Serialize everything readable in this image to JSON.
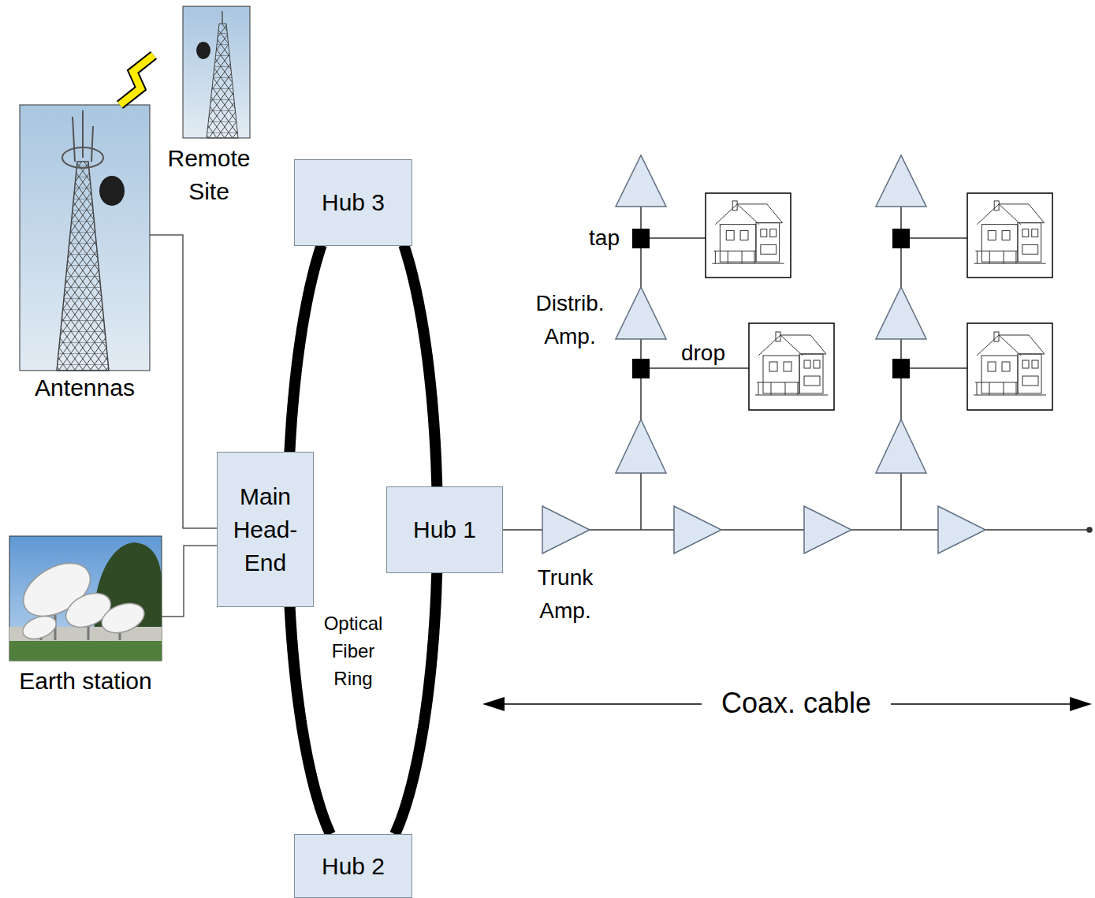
{
  "diagram": {
    "nodes": [
      {
        "text": [
          "Antennas"
        ]
      },
      {
        "text": [
          "Remote Site"
        ]
      },
      {
        "text": [
          "Hub 3"
        ]
      },
      {
        "text": [
          "Main Head-End"
        ]
      },
      {
        "text": [
          "Hub 1"
        ]
      },
      {
        "text": [
          "Earth station"
        ]
      },
      {
        "text": [
          "Hub 2"
        ]
      }
    ],
    "edges": [
      {
        "from": 1,
        "to": 0,
        "arrow": "none"
      },
      {
        "from": 0,
        "to": 3,
        "arrow": "none"
      },
      {
        "from": 5,
        "to": 3,
        "arrow": "none"
      },
      {
        "from": 2,
        "to": 3,
        "arrow": "none"
      },
      {
        "from": 3,
        "to": 6,
        "arrow": "none"
      },
      {
        "from": 2,
        "to": 4,
        "arrow": "none"
      },
      {
        "from": 4,
        "to": 6,
        "arrow": "none"
      }
    ],
    "labels": [
      "tap",
      "Distrib. Amp.",
      "drop",
      "Trunk Amp.",
      "Optical Fiber Ring",
      "Coax. cable"
    ]
  }
}
